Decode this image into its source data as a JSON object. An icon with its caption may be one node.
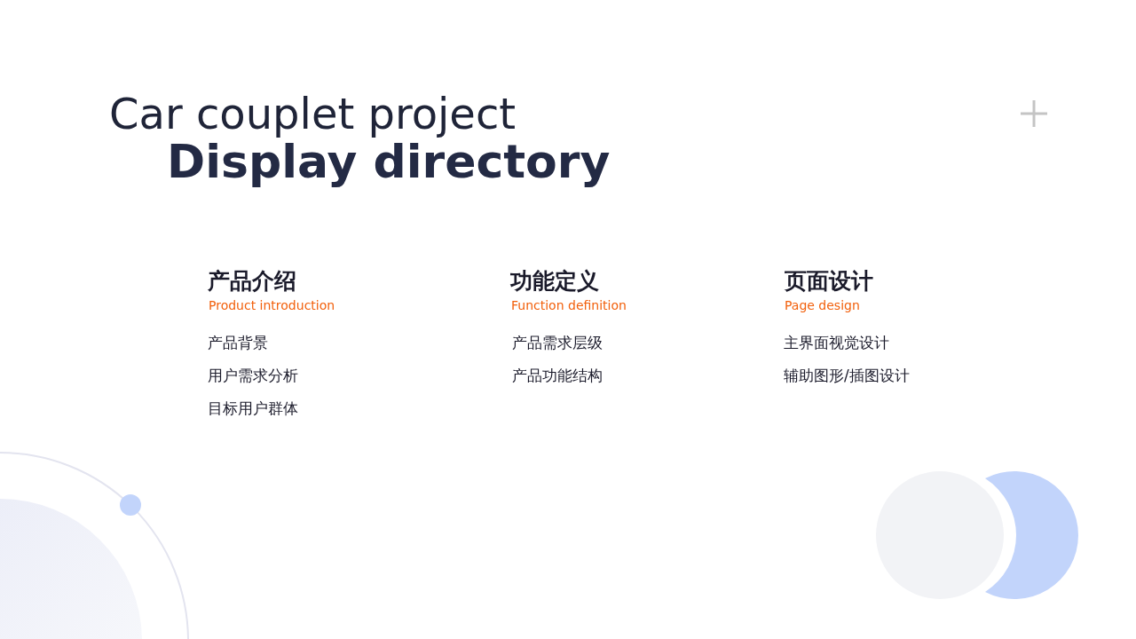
{
  "diagram": {
    "labels": [
      "Car couplet project",
      "Display directory",
      "产品介绍",
      "Product introduction",
      "产品背景",
      "用户需求分析",
      "目标用户群体",
      "功能定义",
      "Function definition",
      "产品需求层级",
      "产品功能结构",
      "页面设计",
      "Page design",
      "主界面视觉设计",
      "辅助图形/插图设计"
    ]
  }
}
